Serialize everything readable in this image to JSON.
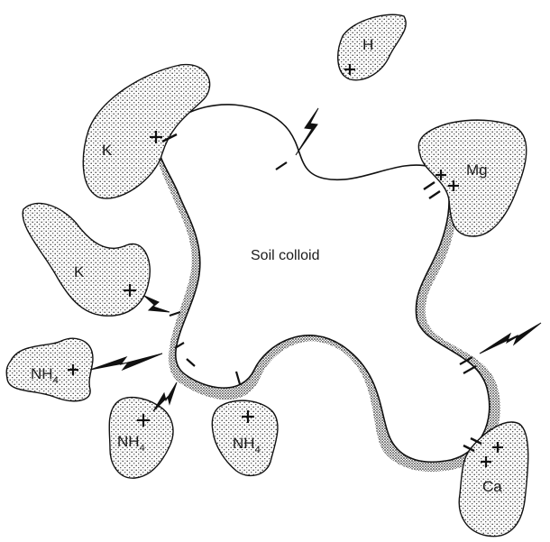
{
  "diagram": {
    "center_label": "Soil colloid",
    "ions": {
      "h": "H",
      "k_top": "K",
      "k_left": "K",
      "mg": "Mg",
      "ca": "Ca",
      "nh4_left": {
        "main": "NH",
        "sub": "4"
      },
      "nh4_mid": {
        "main": "NH",
        "sub": "4"
      },
      "nh4_bottom": {
        "main": "NH",
        "sub": "4"
      }
    },
    "colors": {
      "line": "#111111",
      "stipple": "#3a3a3a",
      "paper": "#ffffff"
    }
  }
}
